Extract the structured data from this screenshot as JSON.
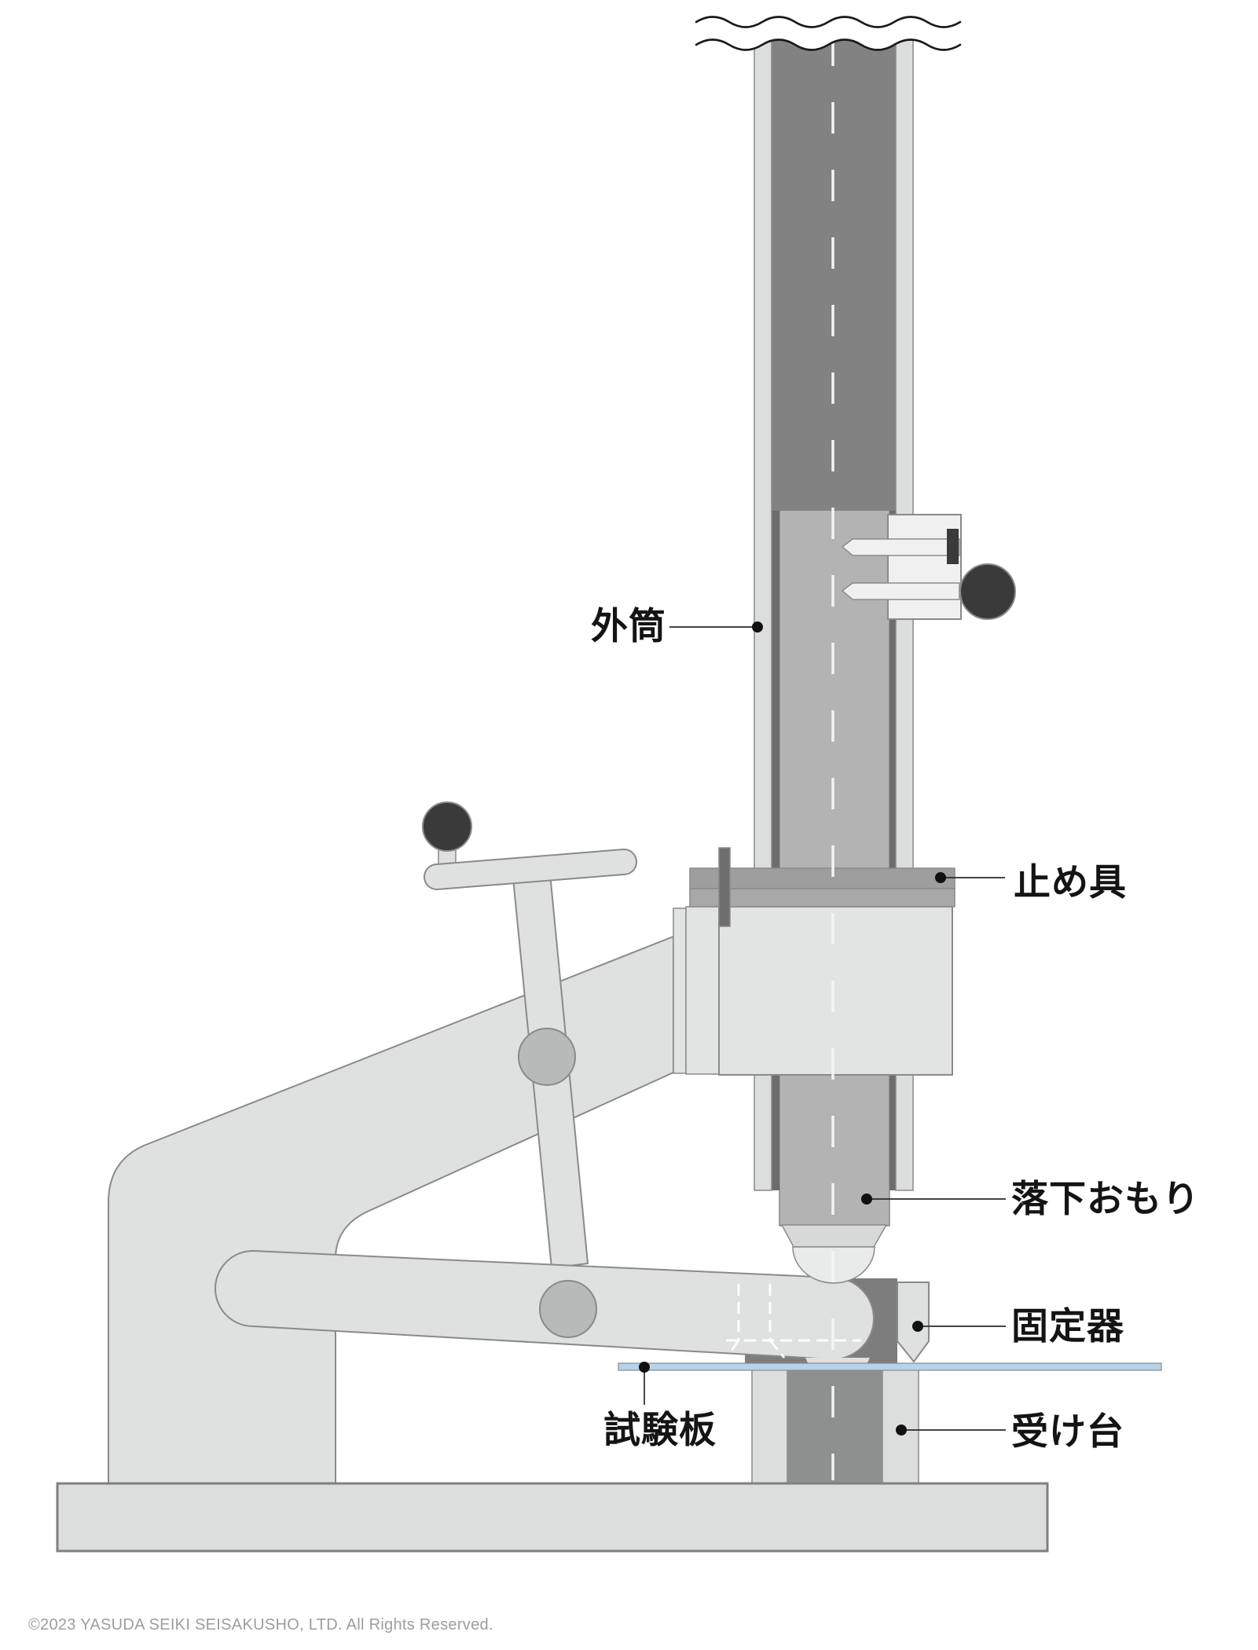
{
  "figure": {
    "labels": {
      "outer_cylinder": "外筒",
      "stopper": "止め具",
      "drop_weight": "落下おもり",
      "fixing_device": "固定器",
      "test_plate": "試験板",
      "receiving_stand": "受け台"
    },
    "footer": {
      "copyright": "©2023 YASUDA SEIKI SEISAKUSHO, LTD. All Rights Reserved."
    },
    "colors": {
      "stroke": "#8a8a8a",
      "frame": "#dfe0e0",
      "latch": "#f0f0f0",
      "block": "#e2e3e3",
      "wall": "#dcdddd",
      "rod": "#828282",
      "weight": "#b3b3b3",
      "sliver": "#6d6d6d",
      "stop-top": "#9e9e9e",
      "stop-bot": "#a8a8a8",
      "pin": "#6e6e6e",
      "clamp-dark": "#7d7d7d",
      "knob": "#3a3a3a",
      "pivot": "#b8b9b9",
      "taper": "#d7d8d8",
      "dome": "#e9eaea",
      "anvil-core": "#8e8f8f",
      "plate": "#b6d3e9",
      "base": "#dcdedd",
      "label": "#141414",
      "copyright": "#9d9d9d"
    }
  }
}
